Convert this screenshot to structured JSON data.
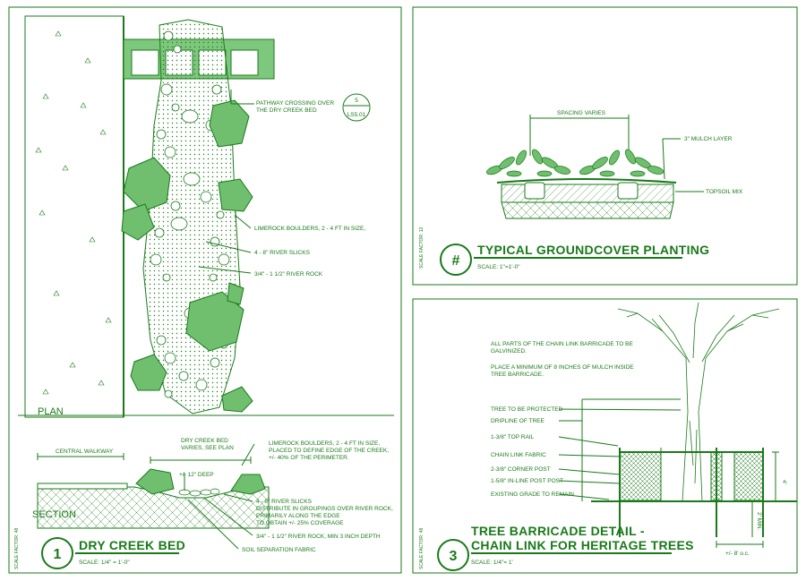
{
  "panel1": {
    "plan_label": "PLAN",
    "section_label": "SECTION",
    "detail_number": "1",
    "title": "DRY CREEK BED",
    "scale": "SCALE: 1/4\" = 1'-0\"",
    "scale_factor": "SCALE FACTOR: 48",
    "callout_sheet": "LS5.01",
    "callout_num": "5",
    "notes": {
      "pathway": [
        "PATHWAY CROSSING OVER",
        "THE DRY CREEK BED"
      ],
      "limerock_plan": "LIMEROCK BOULDERS, 2 - 4 FT IN SIZE,",
      "river_slicks_plan": "4 - 8\" RIVER SLICKS",
      "river_rock_plan": "3/4\" - 1 1/2\" RIVER ROCK",
      "central_walkway": "CENTRAL WALKWAY",
      "creek_bed_varies": [
        "DRY CREEK BED",
        "VARIES, SEE PLAN"
      ],
      "deep": "+/- 12\" DEEP",
      "limerock_section": [
        "LIMEROCK BOULDERS, 2 - 4 FT IN SIZE,",
        "PLACED TO DEFINE EDGE OF THE CREEK,",
        "+/-   40% OF THE PERIMETER."
      ],
      "river_slicks_section": [
        "4 - 8\" RIVER SLICKS",
        "DISTRIBUTE IN GROUPINGS OVER RIVER ROCK,",
        "PRIMARILY ALONG THE EDGE",
        "TO OBTAIN +/- 25% COVERAGE"
      ],
      "river_rock_section": "3/4\" - 1 1/2\" RIVER ROCK, MIN 3 INCH DEPTH",
      "soil_fabric": "SOIL SEPARATION FABRIC"
    }
  },
  "panel2": {
    "detail_number": "#",
    "title": "TYPICAL GROUNDCOVER PLANTING",
    "scale": "SCALE: 1\"=1'-0\"",
    "scale_factor": "SCALE FACTOR: 12",
    "notes": {
      "spacing": "SPACING VARIES",
      "mulch": "3\" MULCH LAYER",
      "topsoil": "TOPSOIL MIX"
    }
  },
  "panel3": {
    "detail_number": "3",
    "title_line1": "TREE BARRICADE DETAIL -",
    "title_line2": "CHAIN LINK FOR HERITAGE TREES",
    "scale": "SCALE: 1/4\"= 1'",
    "scale_factor": "SCALE FACTOR: 48",
    "general_notes": [
      "ALL PARTS OF THE CHAIN LINK BARRICADE TO BE",
      "GALVINIZED.",
      "PLACE A MINIMUM OF 8 INCHES OF MULCH INSIDE",
      "TREE BARRICADE."
    ],
    "labels": [
      "TREE TO BE PROTECTED",
      "DRIPLINE OF TREE",
      "1-3/8\" TOP RAIL",
      "CHAIN LINK FABRIC",
      "2-3/8\" CORNER POST",
      "1-5/8\" IN-LINE POST POST",
      "EXISTING GRADE TO REMAIN"
    ],
    "dim_height": "4'",
    "dim_embed": "2' MIN.",
    "dim_spacing": "+/- 8' o.c."
  }
}
